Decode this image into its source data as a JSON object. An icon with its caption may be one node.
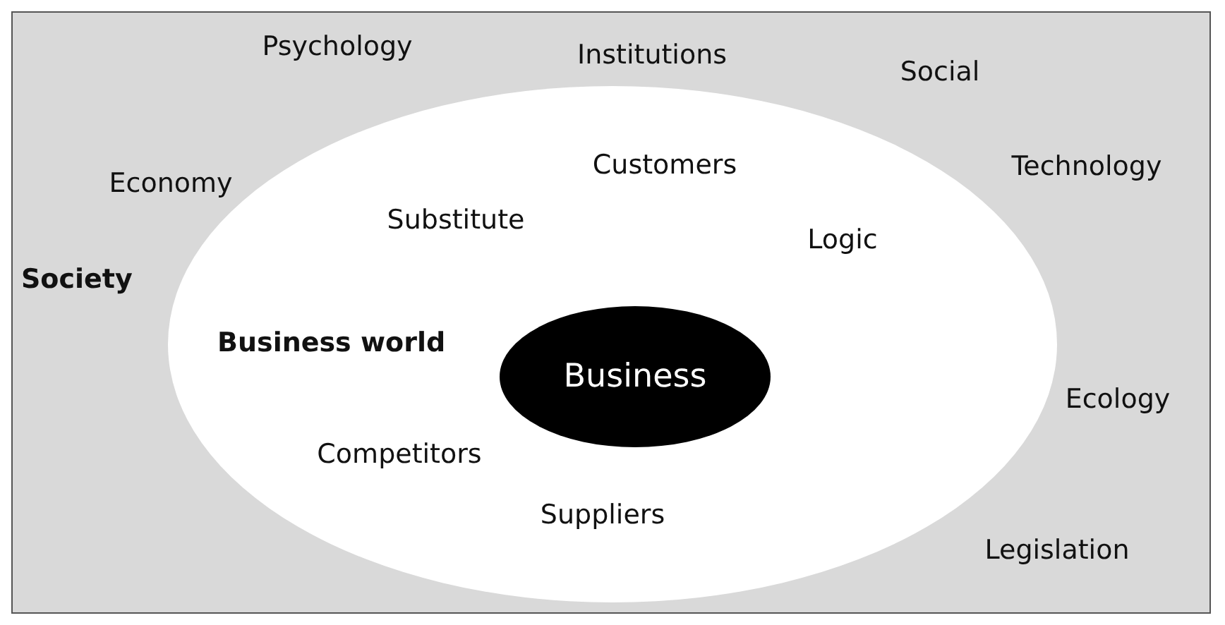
{
  "diagram": {
    "nodes": [
      {
        "text": [
          "Society"
        ]
      },
      {
        "text": [
          "Business world"
        ],
        "in": 0
      },
      {
        "text": [
          "Business"
        ],
        "in": 1
      }
    ],
    "labels": [
      "Psychology",
      "Institutions",
      "Social",
      "Economy",
      "Customers",
      "Technology",
      "Substitute",
      "Logic",
      "Ecology",
      "Competitors",
      "Suppliers",
      "Legislation"
    ]
  }
}
